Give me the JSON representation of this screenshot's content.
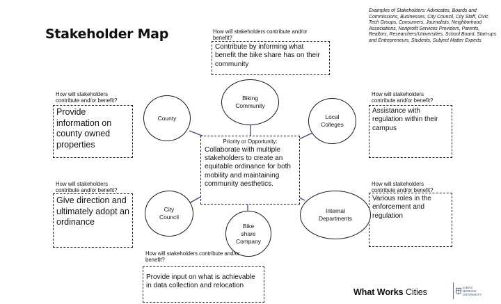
{
  "header": {
    "title": "Stakeholder Map",
    "examples": "Examples of Stakeholders: Advocates, Boards and Commissions, Businesses, City Council, City Staff, Civic Tech Groups, Consumers, Journalists, Neighborhood Associations, Nonprofit Services Providers, Parents, Realtors, Researchers/Universities, School Board, Start-ups and Entrepreneurs, Students, Subject Matter Experts"
  },
  "question": "How will stakeholders contribute and/or benefit?",
  "center": {
    "label": "Priority or Opportunity:",
    "text": "Collaborate with multiple stakeholders to create an equitable ordinance for both mobility and maintaining community aesthetics."
  },
  "nodes": {
    "biking": {
      "line1": "Biking",
      "line2": "Community"
    },
    "county": {
      "line1": "County"
    },
    "colleges": {
      "line1": "Local",
      "line2": "Colleges"
    },
    "council": {
      "line1": "City",
      "line2": "Council"
    },
    "bikeshare": {
      "line1": "Bike",
      "line2": "share",
      "line3": "Company"
    },
    "internal": {
      "line1": "Internal",
      "line2": "Departments"
    }
  },
  "contributions": {
    "biking": "Contribute by informing what benefit the bike share has on their community",
    "county": "Provide information on county owned properties",
    "colleges": "Assistance with regulation within their campus",
    "council": "Give direction and ultimately adopt an ordinance",
    "internal": "Various roles in the enforcement and regulation",
    "bikeshare": "Provide input on what is achievable in data collection and relocation"
  },
  "footer": {
    "brand_bold": "What Works",
    "brand_light": "Cities",
    "jhu_line1": "JOHNS HOPKINS",
    "jhu_line2": "UNIVERSITY"
  },
  "colors": {
    "connector": "#3b4a7a",
    "border": "#222222",
    "jhu_blue": "#2c3f6b"
  }
}
